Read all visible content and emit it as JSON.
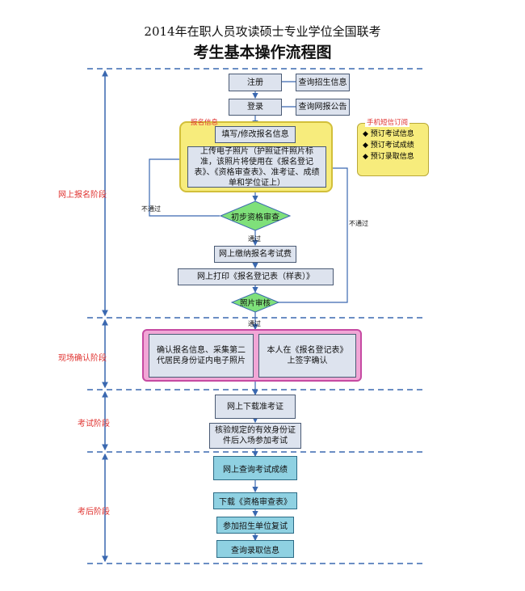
{
  "title": {
    "line1": "2014年在职人员攻读硕士专业学位全国联考",
    "line2": "考生基本操作流程图"
  },
  "stages": {
    "online": "网上报名阶段",
    "onsite": "现场确认阶段",
    "exam": "考试阶段",
    "post": "考后阶段"
  },
  "boxes": {
    "register": "注册",
    "query_admission": "查询招生信息",
    "login": "登录",
    "query_notice": "查询网报公告",
    "fill_info": "填写/修改报名信息",
    "upload_photo": "上传电子照片（护照证件照片标准，该照片将使用在《报名登记表》、《资格审查表》、准考证、成绩单和学位证上）",
    "pay_fee": "网上缴纳报名考试费",
    "print_form": "网上打印《报名登记表（样表）》",
    "confirm_info": "确认报名信息、采集第二代居民身份证内电子照片",
    "sign": "本人在《报名登记表》上签字确认",
    "download_ticket": "网上下载准考证",
    "verify_id": "核验规定的有效身份证件后入场参加考试",
    "query_score": "网上查询考试成绩",
    "download_form": "下载《资格审查表》",
    "retest": "参加招生单位复试",
    "query_admit": "查询录取信息"
  },
  "diamonds": {
    "initial_review": "初步资格审查",
    "photo_review": "照片审核"
  },
  "labels": {
    "signup_info": "报名信息",
    "not_pass_left": "不通过",
    "not_pass_right": "不通过",
    "pass1": "通过",
    "pass2": "通过"
  },
  "sms": {
    "title": "手机短信订阅",
    "items": [
      "◆ 预订考试信息",
      "◆ 预订考试成绩",
      "◆ 预订录取信息"
    ]
  },
  "colors": {
    "box_fill": "#dde3ee",
    "teal_fill": "#8fd1e2",
    "yellow_panel": "#f7ec7c",
    "pink_panel": "#f1a6d6",
    "stage_text": "#e0322f",
    "connector": "#3a68b0",
    "diamond_fill": "#7fe07a"
  }
}
